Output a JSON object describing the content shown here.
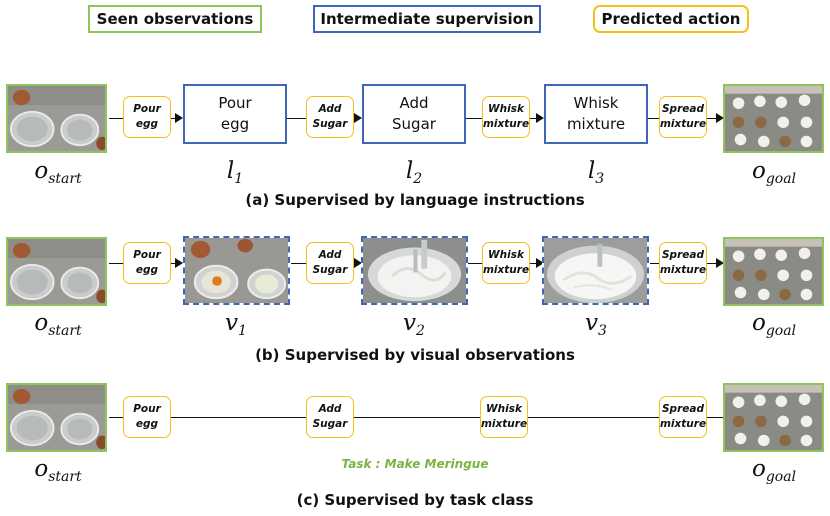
{
  "legend": {
    "seen": "Seen observations",
    "intermediate": "Intermediate supervision",
    "predicted": "Predicted action"
  },
  "labels": {
    "o": "o",
    "start": "start",
    "goal": "goal",
    "l": "l",
    "v": "v",
    "idx1": "1",
    "idx2": "2",
    "idx3": "3"
  },
  "actions": {
    "pour": [
      "Pour",
      "egg"
    ],
    "add": [
      "Add",
      "Sugar"
    ],
    "whisk": [
      "Whisk",
      "mixture"
    ],
    "spread": [
      "Spread",
      "mixture"
    ]
  },
  "language_steps": {
    "step1": [
      "Pour",
      "egg"
    ],
    "step2": [
      "Add",
      "Sugar"
    ],
    "step3": [
      "Whisk",
      "mixture"
    ]
  },
  "captions": {
    "a": "(a) Supervised by language instructions",
    "b": "(b) Supervised by visual observations",
    "c": "(c) Supervised by task class"
  },
  "task_label": "Task : Make Meringue",
  "colors": {
    "seen": "#8dc55a",
    "intermediate": "#3f66b8",
    "predicted": "#f5c01a",
    "task": "#7cb342"
  }
}
